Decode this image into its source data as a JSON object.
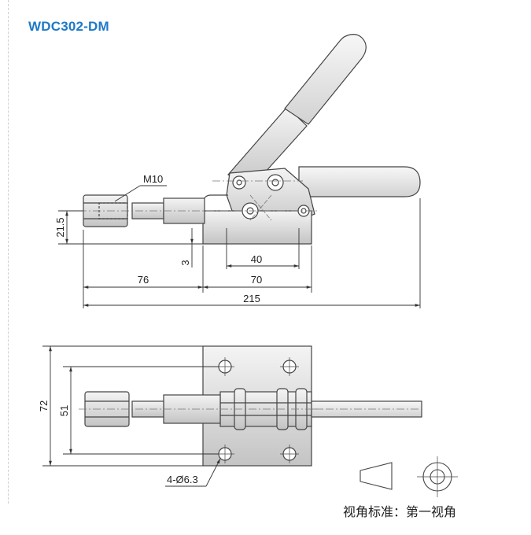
{
  "title": "WDC302-DM",
  "dimensions": {
    "thread": "M10",
    "height_21_5": "21.5",
    "offset_3": "3",
    "base_40": "40",
    "len_76": "76",
    "len_70": "70",
    "total_215": "215",
    "width_72": "72",
    "width_51": "51",
    "holes": "4-Ø6.3"
  },
  "legend": {
    "projection_text": "视角标准：第一视角"
  }
}
